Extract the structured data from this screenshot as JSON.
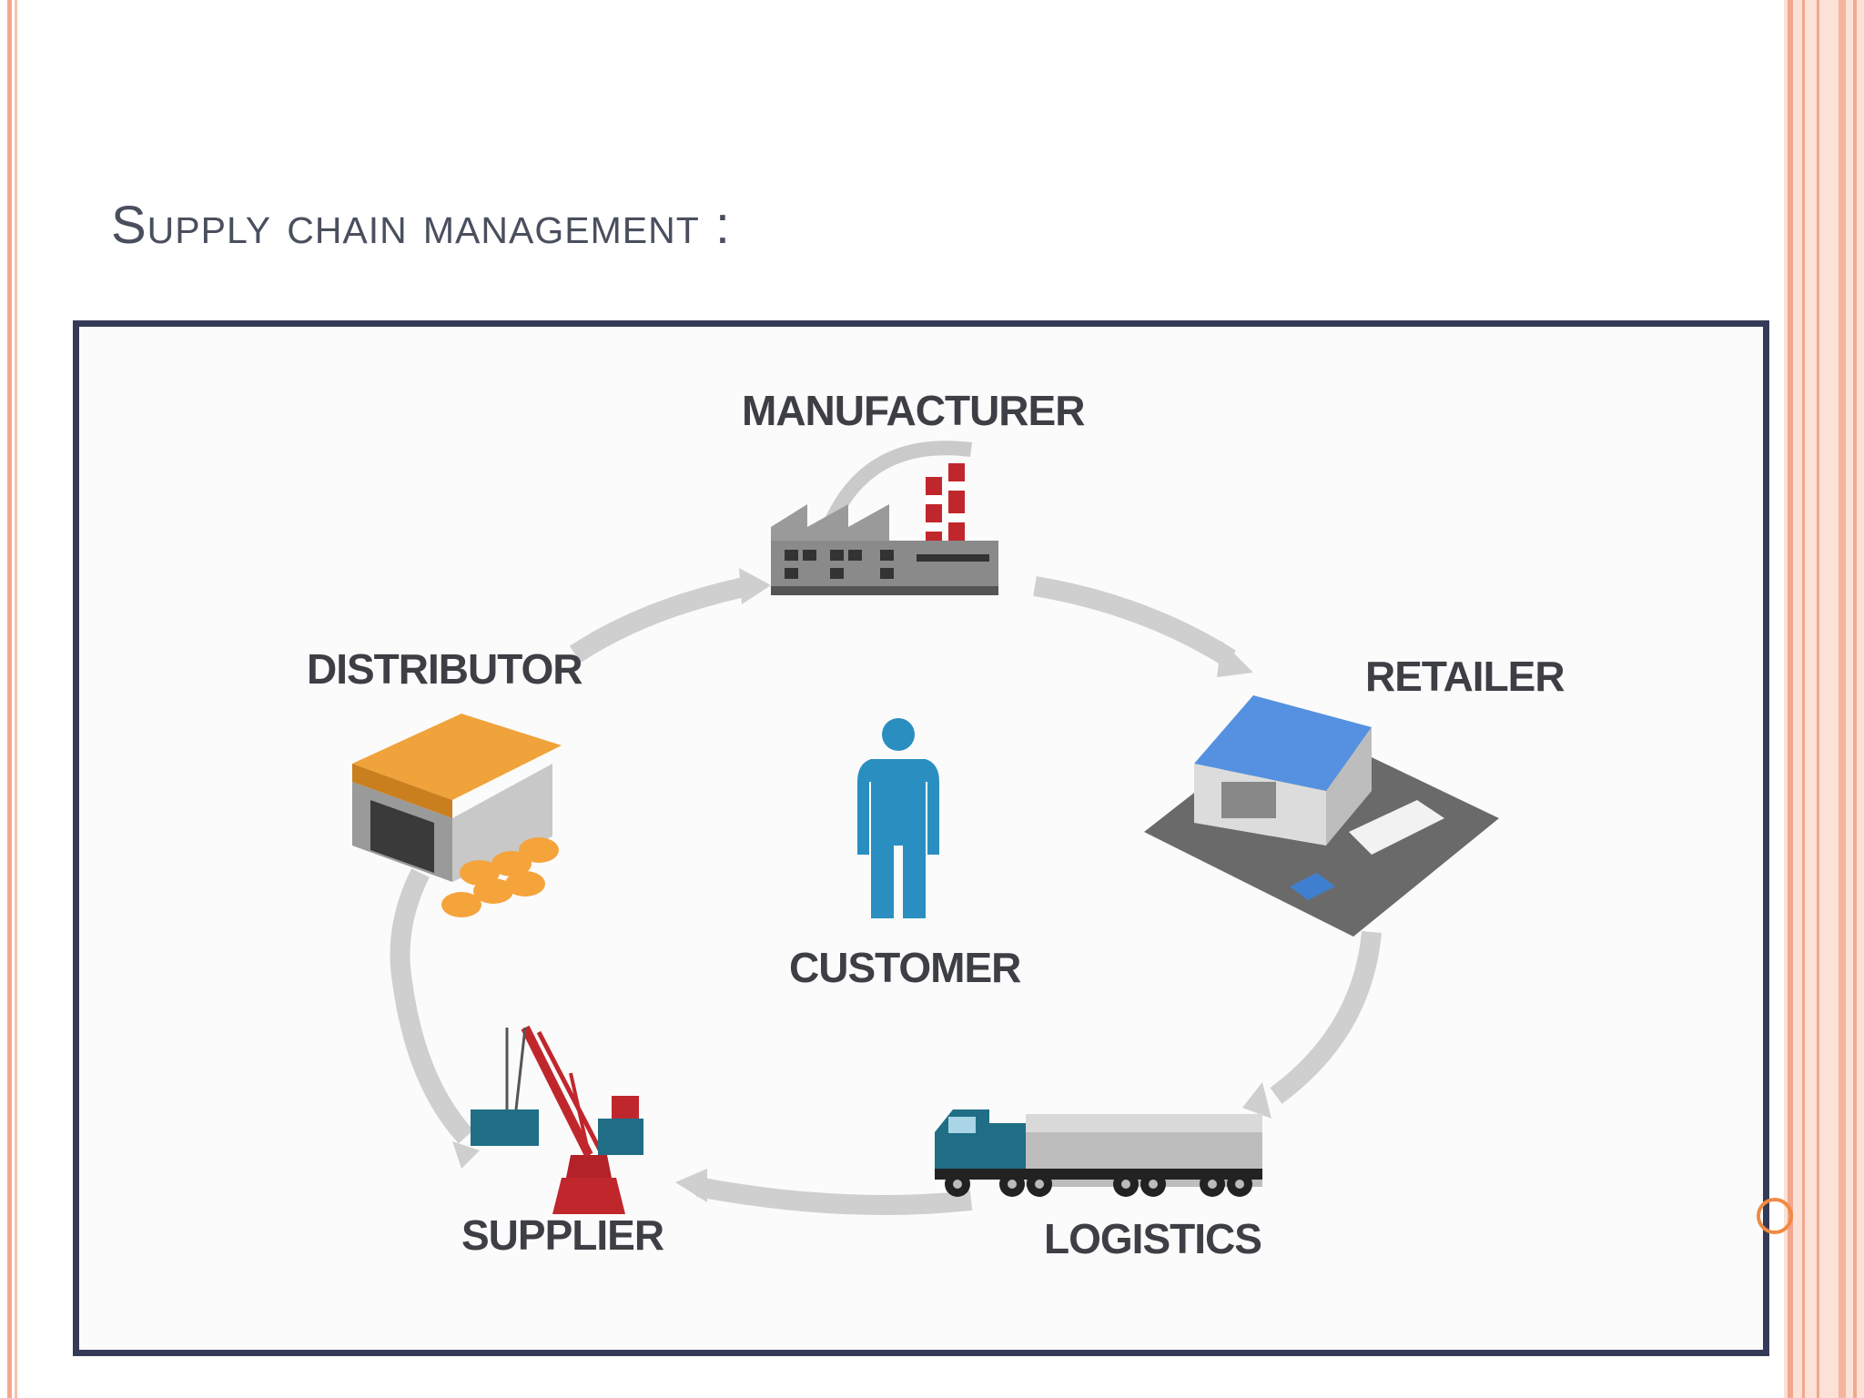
{
  "slide": {
    "title": "Supply chain management :"
  },
  "diagram": {
    "nodes": {
      "manufacturer": "MANUFACTURER",
      "retailer": "RETAILER",
      "logistics": "LOGISTICS",
      "supplier": "SUPPLIER",
      "distributor": "DISTRIBUTOR",
      "customer": "CUSTOMER"
    },
    "colors": {
      "frame": "#353b57",
      "cycle": "#cfcfcf",
      "distributor": "#f0a33b",
      "retailer": "#3f7fcf",
      "customer": "#2a8fc0",
      "supplier": "#c0272d",
      "container": "#1f6e86",
      "truck_cab": "#1f6e86",
      "accent_border": "#f3a88d"
    },
    "icons": [
      "factory-icon",
      "warehouse-icon",
      "truck-icon",
      "crane-icon",
      "distribution-center-icon",
      "person-icon"
    ]
  }
}
